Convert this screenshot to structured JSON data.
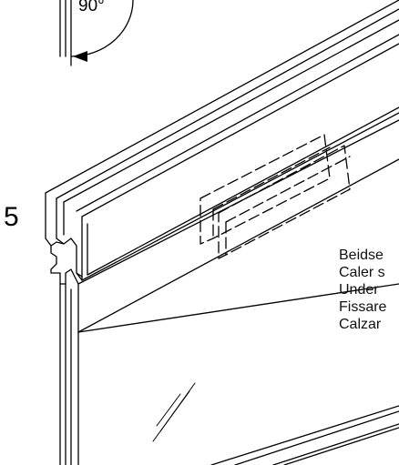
{
  "figure": {
    "step_number": "5",
    "angle_label": "90°",
    "instruction_lines": [
      "Beidse",
      "Caler s",
      "Under",
      "Fissare",
      "Calzar"
    ]
  }
}
